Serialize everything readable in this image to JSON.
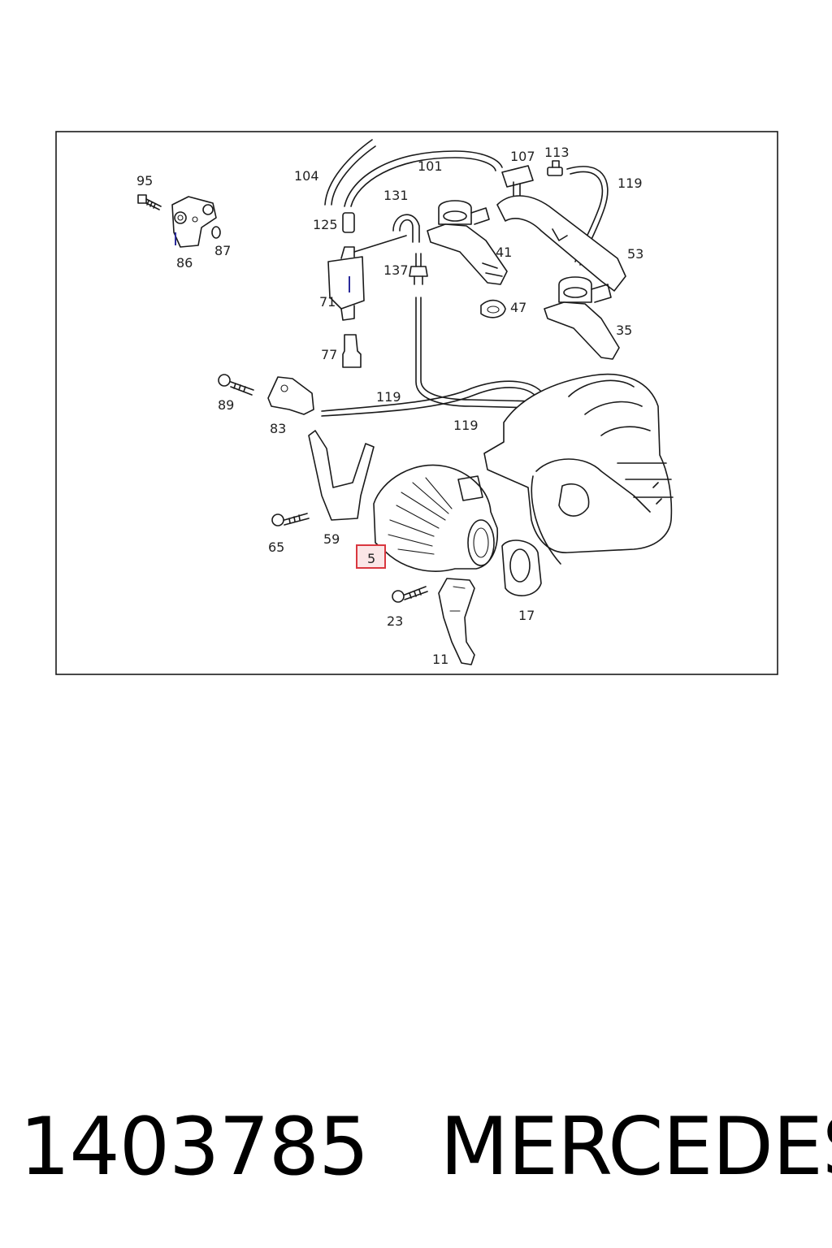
{
  "callouts": [
    {
      "id": "95",
      "text": "95"
    },
    {
      "id": "86",
      "text": "86"
    },
    {
      "id": "87",
      "text": "87"
    },
    {
      "id": "104",
      "text": "104"
    },
    {
      "id": "101",
      "text": "101"
    },
    {
      "id": "125",
      "text": "125"
    },
    {
      "id": "131",
      "text": "131"
    },
    {
      "id": "107",
      "text": "107"
    },
    {
      "id": "113",
      "text": "113"
    },
    {
      "id": "119a",
      "text": "119"
    },
    {
      "id": "41",
      "text": "41"
    },
    {
      "id": "53",
      "text": "53"
    },
    {
      "id": "137",
      "text": "137"
    },
    {
      "id": "71",
      "text": "71"
    },
    {
      "id": "47",
      "text": "47"
    },
    {
      "id": "35",
      "text": "35"
    },
    {
      "id": "77",
      "text": "77"
    },
    {
      "id": "89",
      "text": "89"
    },
    {
      "id": "119b",
      "text": "119"
    },
    {
      "id": "83",
      "text": "83"
    },
    {
      "id": "119c",
      "text": "119"
    },
    {
      "id": "65",
      "text": "65"
    },
    {
      "id": "59",
      "text": "59"
    },
    {
      "id": "5",
      "text": "5"
    },
    {
      "id": "17",
      "text": "17"
    },
    {
      "id": "23",
      "text": "23"
    },
    {
      "id": "11",
      "text": "11"
    }
  ],
  "highlighted_callout": "5",
  "colors": {
    "highlight": "#d9373f",
    "highlight_fill": "#fbe6e7",
    "line": "#1a1a1a"
  },
  "caption": {
    "part_number": "1403785",
    "brand": "MERCEDES"
  }
}
